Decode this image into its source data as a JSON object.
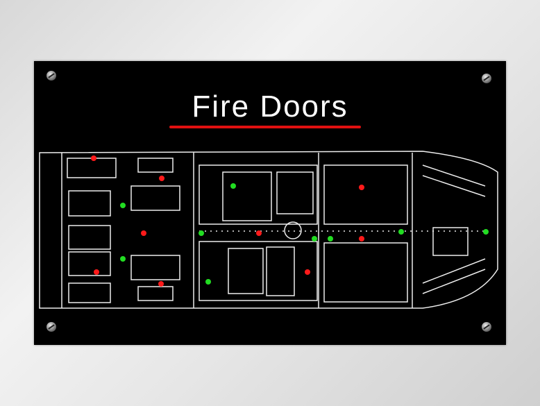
{
  "sign": {
    "title": "Fire Doors",
    "colors": {
      "background": "#000000",
      "text": "#ffffff",
      "accent": "#e01010",
      "door_closed": "#ff1a1a",
      "door_open": "#22dd22"
    },
    "doors": [
      {
        "status": "red"
      },
      {
        "status": "red"
      },
      {
        "status": "red"
      },
      {
        "status": "red"
      },
      {
        "status": "red"
      },
      {
        "status": "red"
      },
      {
        "status": "red"
      },
      {
        "status": "red"
      },
      {
        "status": "red"
      },
      {
        "status": "green"
      },
      {
        "status": "green"
      },
      {
        "status": "green"
      },
      {
        "status": "green"
      },
      {
        "status": "green"
      },
      {
        "status": "green"
      },
      {
        "status": "green"
      },
      {
        "status": "green"
      },
      {
        "status": "green"
      }
    ]
  }
}
